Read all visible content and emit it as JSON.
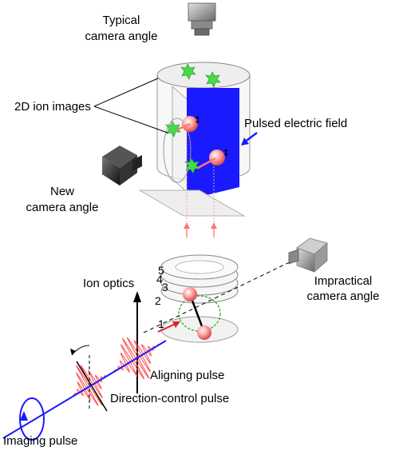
{
  "labels": {
    "typical_camera_line1": "Typical",
    "typical_camera_line2": "camera angle",
    "ion_images": "2D ion images",
    "pulsed_field": "Pulsed electric field",
    "new_camera_line1": "New",
    "new_camera_line2": "camera angle",
    "impractical_camera_line1": "Impractical",
    "impractical_camera_line2": "camera angle",
    "ion_optics": "Ion optics",
    "aligning_pulse": "Aligning pulse",
    "direction_control_pulse": "Direction-control pulse",
    "imaging_pulse": "Imaging pulse"
  },
  "ion_optics_numbers": [
    "1",
    "2",
    "3",
    "4",
    "5"
  ],
  "colors": {
    "field_plate": "#1a1aff",
    "ion_spots": "#44dd44",
    "laser_pulse": "#ff4c4c",
    "imaging_ring": "#1a1aff",
    "ion_sphere": "#ff9a9a",
    "arrows": "#ff7777"
  }
}
